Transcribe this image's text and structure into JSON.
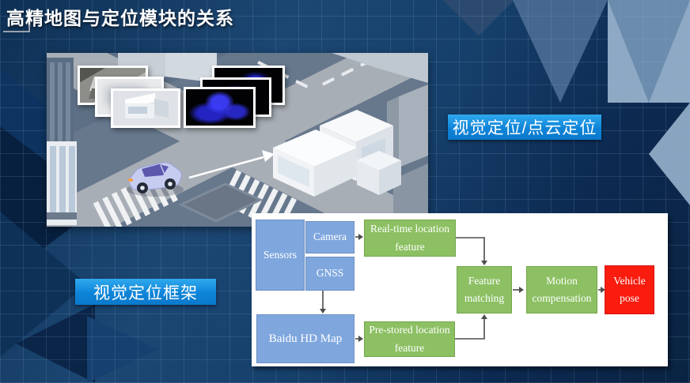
{
  "title": "高精地图与定位模块的关系",
  "labels": {
    "right_tag": "视觉定位/点云定位",
    "left_tag": "视觉定位框架"
  },
  "flowchart": {
    "nodes": {
      "sensors": {
        "label": "Sensors",
        "color": "#7fa7de"
      },
      "camera": {
        "label": "Camera",
        "color": "#7fa7de"
      },
      "gnss": {
        "label": "GNSS",
        "color": "#7fa7de"
      },
      "baidu_hd_map": {
        "label": "Baidu HD Map",
        "color": "#7fa7de"
      },
      "realtime_feature": {
        "label": "Real-time location feature",
        "color": "#8cc063"
      },
      "prestored_feature": {
        "label": "Pre-stored location feature",
        "color": "#8cc063"
      },
      "feature_matching": {
        "label": "Feature matching",
        "color": "#8cc063"
      },
      "motion_compensation": {
        "label": "Motion compensation",
        "color": "#8cc063"
      },
      "vehicle_pose": {
        "label": "Vehicle pose",
        "color": "#f91c0f"
      }
    },
    "edges": [
      {
        "from": "camera",
        "to": "realtime_feature"
      },
      {
        "from": "gnss",
        "to": "baidu_hd_map"
      },
      {
        "from": "baidu_hd_map",
        "to": "prestored_feature"
      },
      {
        "from": "realtime_feature",
        "to": "feature_matching"
      },
      {
        "from": "prestored_feature",
        "to": "feature_matching"
      },
      {
        "from": "feature_matching",
        "to": "motion_compensation"
      },
      {
        "from": "motion_compensation",
        "to": "vehicle_pose"
      }
    ]
  },
  "illustration": {
    "description": "isometric city intersection with a car, camera image stack and lidar point-cloud image stack"
  },
  "colors": {
    "tag_blue": "#0e84d8",
    "box_blue": "#7fa7de",
    "box_green": "#8cc063",
    "box_red": "#f91c0f",
    "background_navy": "#0c2950"
  }
}
